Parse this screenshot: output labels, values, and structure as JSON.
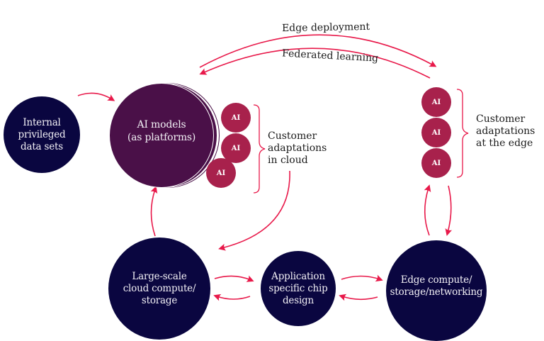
{
  "diagram": {
    "colors": {
      "arrow": "#e8194a",
      "navy_node": "#0a0640",
      "platform_node": "#4a1048",
      "ai_chip": "#a8214c",
      "text_light": "#f2f0f5",
      "text_dark": "#1a1a1a"
    },
    "nodes": {
      "internal_data": "Internal\nprivileged\ndata sets",
      "ai_models": "AI models\n(as platforms)",
      "cloud_compute": "Large-scale\ncloud compute/\nstorage",
      "chip_design": "Application\nspecific chip\ndesign",
      "edge_compute": "Edge compute/\nstorage/networking"
    },
    "ai_chips": {
      "cloud": [
        "AI",
        "AI",
        "AI"
      ],
      "edge": [
        "AI",
        "AI",
        "AI"
      ]
    },
    "labels": {
      "cloud_adaptations": "Customer\nadaptations\n in cloud",
      "edge_adaptations": "Customer\nadaptations\nat the edge",
      "edge_deployment": "Edge deployment",
      "federated_learning": "Federated learning"
    },
    "edges": [
      {
        "from": "internal_data",
        "to": "ai_models"
      },
      {
        "from": "ai_models",
        "to": "edge_adaptations",
        "label": "Edge deployment"
      },
      {
        "from": "edge_adaptations",
        "to": "ai_models",
        "label": "Federated learning"
      },
      {
        "from": "cloud_adaptations",
        "to": "cloud_compute"
      },
      {
        "from": "cloud_compute",
        "to": "ai_models"
      },
      {
        "from": "cloud_compute",
        "to": "chip_design"
      },
      {
        "from": "chip_design",
        "to": "cloud_compute"
      },
      {
        "from": "chip_design",
        "to": "edge_compute"
      },
      {
        "from": "edge_compute",
        "to": "chip_design"
      },
      {
        "from": "edge_compute",
        "to": "edge_adaptations"
      },
      {
        "from": "edge_adaptations",
        "to": "edge_compute"
      }
    ]
  }
}
